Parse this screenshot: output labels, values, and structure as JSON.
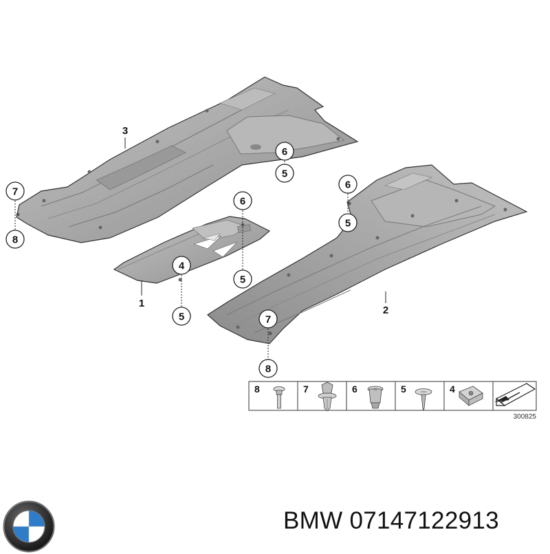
{
  "diagram": {
    "parts": [
      {
        "number": "1"
      },
      {
        "number": "2"
      },
      {
        "number": "3"
      }
    ],
    "callouts": [
      "3",
      "6",
      "5",
      "7",
      "8",
      "6",
      "4",
      "5",
      "1",
      "5",
      "6",
      "5",
      "2",
      "7",
      "8"
    ],
    "legend": {
      "items": [
        {
          "number": "8",
          "part": "bolt-icon"
        },
        {
          "number": "7",
          "part": "expanding-rivet-icon"
        },
        {
          "number": "6",
          "part": "clip-nut-icon"
        },
        {
          "number": "5",
          "part": "screw-icon"
        },
        {
          "number": "4",
          "part": "spring-nut-icon"
        }
      ],
      "reference": "300825"
    },
    "colors": {
      "panel": "#a8a8a8",
      "panel_dark": "#8a8a8a",
      "panel_light": "#c2c2c2",
      "line": "#222222"
    }
  },
  "caption": {
    "brand": "BMW",
    "part_number": "07147122913"
  }
}
